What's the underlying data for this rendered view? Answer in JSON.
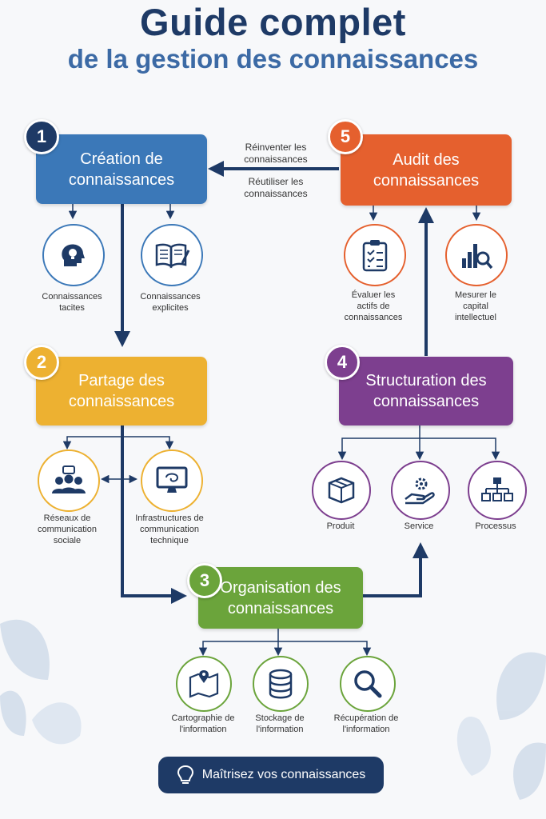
{
  "header": {
    "title": "Guide complet",
    "subtitle": "de la gestion des connaissances"
  },
  "steps": [
    {
      "number": "1",
      "label": "Création de connaissances",
      "color": "#3b78b8"
    },
    {
      "number": "2",
      "label": "Partage des connaissances",
      "color": "#edb131"
    },
    {
      "number": "3",
      "label": "Organisation des connaissances",
      "color": "#6ba43b"
    },
    {
      "number": "4",
      "label": "Structuration des connaissances",
      "color": "#7d3f8f"
    },
    {
      "number": "5",
      "label": "Audit des connaissances",
      "color": "#e5602e"
    }
  ],
  "step1_items": [
    {
      "label": "Connaissances tacites",
      "icon": "head-lightbulb-icon"
    },
    {
      "label": "Connaissances explicites",
      "icon": "open-book-icon"
    }
  ],
  "step2_items": [
    {
      "label": "Réseaux de communication sociale",
      "icon": "people-chat-icon"
    },
    {
      "label": "Infrastructures de communication technique",
      "icon": "monitor-icon"
    }
  ],
  "step3_items": [
    {
      "label": "Cartographie de l'information",
      "icon": "map-icon"
    },
    {
      "label": "Stockage de l'information",
      "icon": "database-icon"
    },
    {
      "label": "Récupération de l'information",
      "icon": "magnifier-icon"
    }
  ],
  "step4_items": [
    {
      "label": "Produit",
      "icon": "box-icon"
    },
    {
      "label": "Service",
      "icon": "hand-gear-icon"
    },
    {
      "label": "Processus",
      "icon": "hierarchy-icon"
    }
  ],
  "step5_items": [
    {
      "label": "Évaluer les actifs de connaissances",
      "icon": "clipboard-checklist-icon"
    },
    {
      "label": "Mesurer le capital intellectuel",
      "icon": "chart-magnifier-icon"
    }
  ],
  "feedback": {
    "line1": "Réinventer les connaissances",
    "line2": "Réutiliser les connaissances"
  },
  "footer": {
    "label": "Maîtrisez vos connaissances",
    "icon": "lightbulb-icon"
  }
}
